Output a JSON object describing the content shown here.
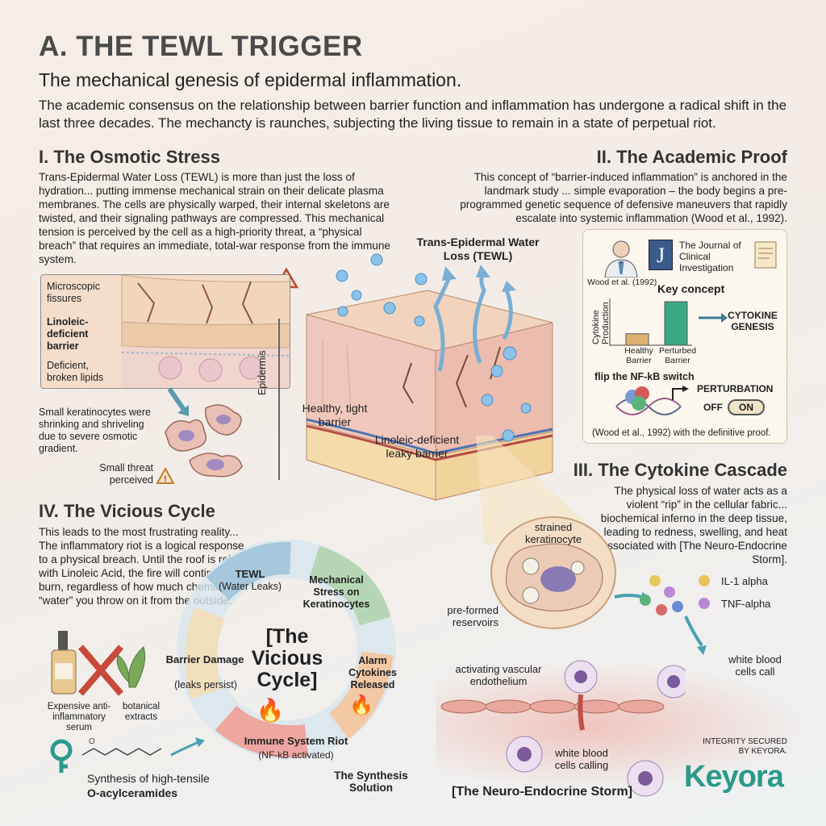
{
  "header": {
    "title": "A. THE TEWL TRIGGER",
    "subtitle": "The mechanical genesis of epidermal inflammation.",
    "intro": "The academic consensus on the relationship between barrier function and inflammation has undergone a radical shift in the last three decades. The mechancty is raunches, subjecting the living tissue to remain in a state of perpetual riot."
  },
  "section1": {
    "title": "I. The Osmotic Stress",
    "body": "Trans-Epidermal Water Loss (TEWL) is more than just the loss of hydration... putting immense mechanical strain on their delicate plasma membranes. The cells are physically warped, their internal skeletons are twisted, and their signaling pathways are compressed. This mechanical tension is perceived by the cell as a high-priority threat, a “physical breach” that requires an immediate, total-war response from the immune system.",
    "labels": {
      "fissures": "Microscopic fissures",
      "barrier": "Linoleic-deficient barrier",
      "lipids": "Deficient, broken lipids",
      "keratinocytes": "Small keratinocytes were shrinking and shriveling due to severe osmotic gradient.",
      "threat": "Small threat perceived"
    }
  },
  "section2": {
    "title": "II. The Academic Proof",
    "body": "This concept of “barrier-induced inflammation” is anchored in the landmark study ... simple evaporation – the body begins a pre-programmed genetic sequence of defensive maneuvers that rapidly escalate into systemic inflammation (Wood et al., 1992).",
    "panel": {
      "journal_letter": "J",
      "journal": "The Journal of Clinical Investigation",
      "author": "Wood et al. (1992)",
      "key_concept": "Key concept",
      "y_axis": "Cytokine Production",
      "bar1": "Healthy Barrier",
      "bar2": "Perturbed Barrier",
      "genesis": "CYTOKINE GENESIS",
      "switch_title": "flip the NF-kB switch",
      "perturbation": "PERTURBATION",
      "off": "OFF",
      "on": "ON",
      "footer": "(Wood et al., 1992) with the definitive proof."
    }
  },
  "center": {
    "tewl_label": "Trans-Epidermal Water Loss (TEWL)",
    "epidermis": "Epidermis",
    "healthy": "Healthy, tight barrier",
    "leaky": "Linoleic-deficient leaky barrier"
  },
  "section3": {
    "title": "III. The Cytokine Cascade",
    "body": "The physical loss of water acts as a violent “rip” in the cellular fabric... biochemical inferno in the deep tissue, leading to redness, swelling, and heat associated with [The Neuro-Endocrine Storm].",
    "strained": "strained keratinocyte",
    "reservoirs": "pre-formed reservoirs",
    "il1": "IL-1 alpha",
    "tnf": "TNF-alpha",
    "wbc_call": "white blood cells call",
    "endothelium": "activating vascular endothelium",
    "wbc_calling": "white blood cells calling",
    "storm": "[The Neuro-Endocrine Storm]",
    "integrity": "INTEGRITY SECURED BY KEYORA.",
    "logo": "Keyora"
  },
  "section4": {
    "title": "IV. The Vicious Cycle",
    "body": "This leads to the most frustrating reality... The inflammatory riot is a logical response to a physical breach. Until the roof is rebuilt with Linoleic Acid, the fire will continue to burn, regardless of how much chemical “water” you throw on it from the outside.",
    "serum": "Expensive anti-inflammatory serum",
    "botanical": "botanical extracts",
    "synthesis": "Synthesis of high-tensile",
    "synthesis_bold": "O-acylceramides",
    "cycle_center": "[The Vicious Cycle]",
    "cycle": {
      "tewl": "TEWL",
      "tewl_sub": "(Water Leaks)",
      "mech": "Mechanical Stress on Keratinocytes",
      "alarm": "Alarm Cytokines Released",
      "riot": "Immune System Riot",
      "riot_sub": "(NF-kB activated)",
      "damage": "Barrier Damage",
      "damage_sub": "(leaks persist)",
      "solution": "The Synthesis Solution"
    }
  },
  "chart_data": {
    "type": "bar",
    "categories": [
      "Healthy Barrier",
      "Perturbed Barrier"
    ],
    "values": [
      1,
      3.8
    ],
    "ylabel": "Cytokine Production"
  },
  "colors": {
    "water": "#7fb6e0",
    "skin": "#f1c9b8",
    "accent_teal": "#3a9fa0",
    "keyora": "#2a9a8a"
  }
}
